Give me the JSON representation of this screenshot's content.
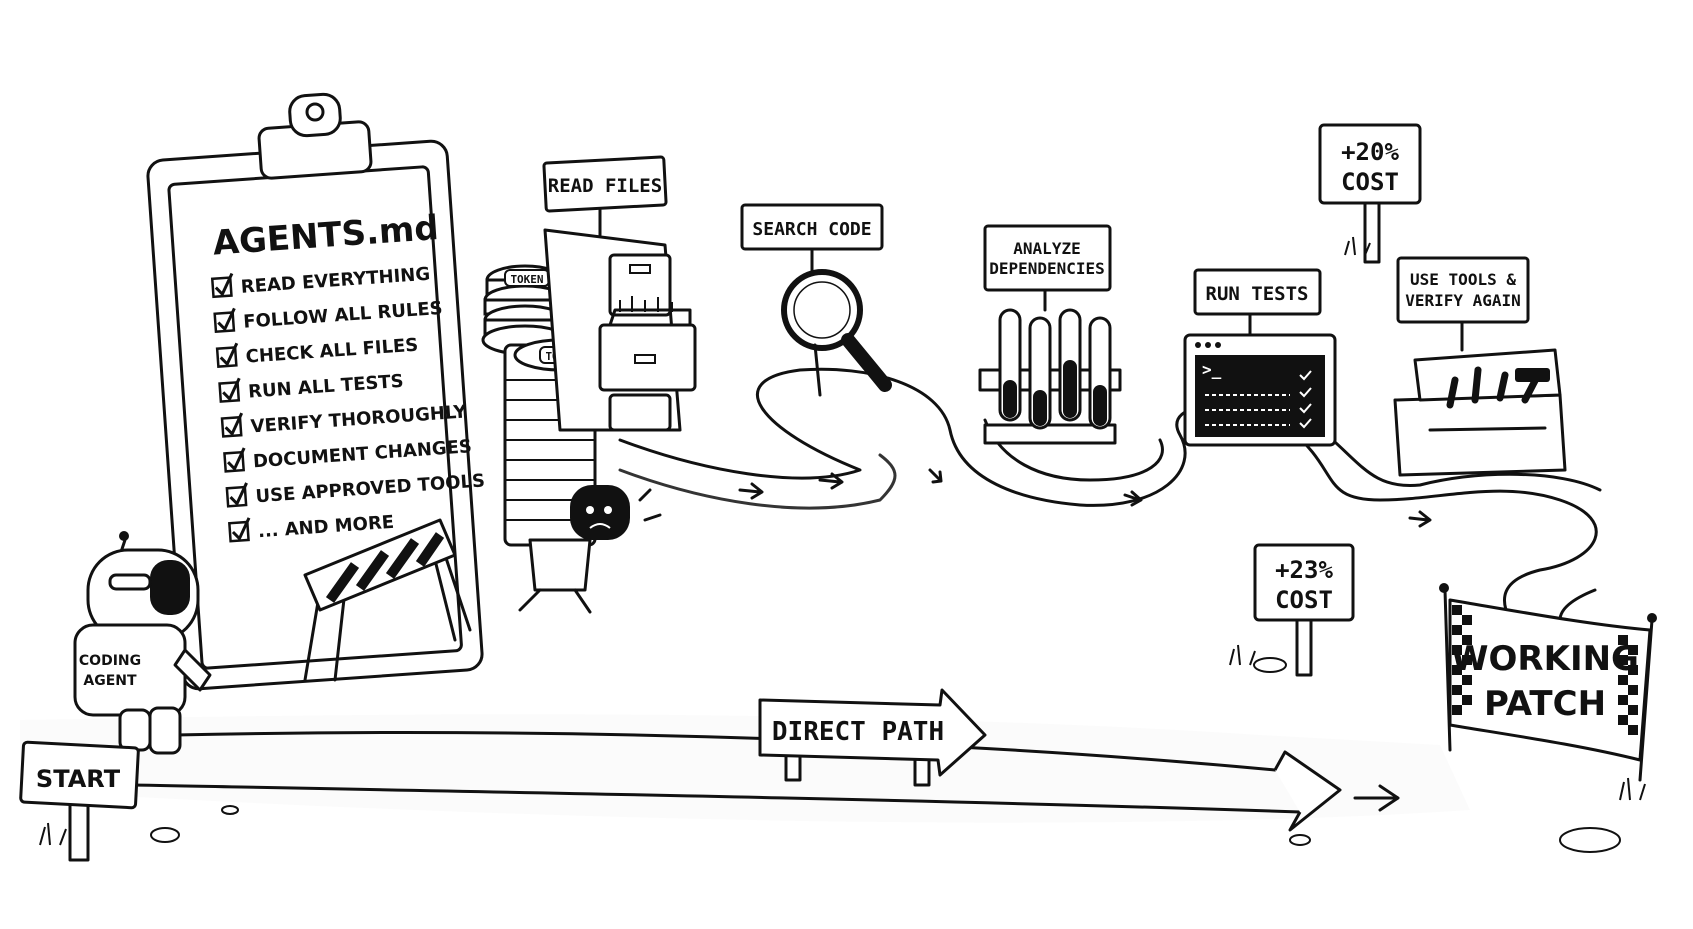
{
  "clipboard": {
    "title": "AGENTS.md",
    "items": [
      "READ EVERYTHING",
      "FOLLOW ALL RULES",
      "CHECK ALL FILES",
      "RUN ALL TESTS",
      "VERIFY THOROUGHLY",
      "DOCUMENT CHANGES",
      "USE APPROVED TOOLS",
      "... AND MORE"
    ]
  },
  "agent": {
    "label_line1": "CODING",
    "label_line2": "AGENT"
  },
  "tokens": {
    "label": "TOKEN"
  },
  "steps": {
    "read_files": "READ FILES",
    "search_code": "SEARCH CODE",
    "analyze_line1": "ANALYZE",
    "analyze_line2": "DEPENDENCIES",
    "run_tests": "RUN TESTS",
    "tools_line1": "USE TOOLS &",
    "tools_line2": "VERIFY AGAIN"
  },
  "costs": {
    "top_pct": "+20%",
    "top_word": "COST",
    "mid_pct": "+23%",
    "mid_word": "COST"
  },
  "signs": {
    "start": "START",
    "direct_path": "DIRECT PATH",
    "finish_line1": "WORKING",
    "finish_line2": "PATCH"
  },
  "terminal": {
    "prompt": ">_"
  }
}
